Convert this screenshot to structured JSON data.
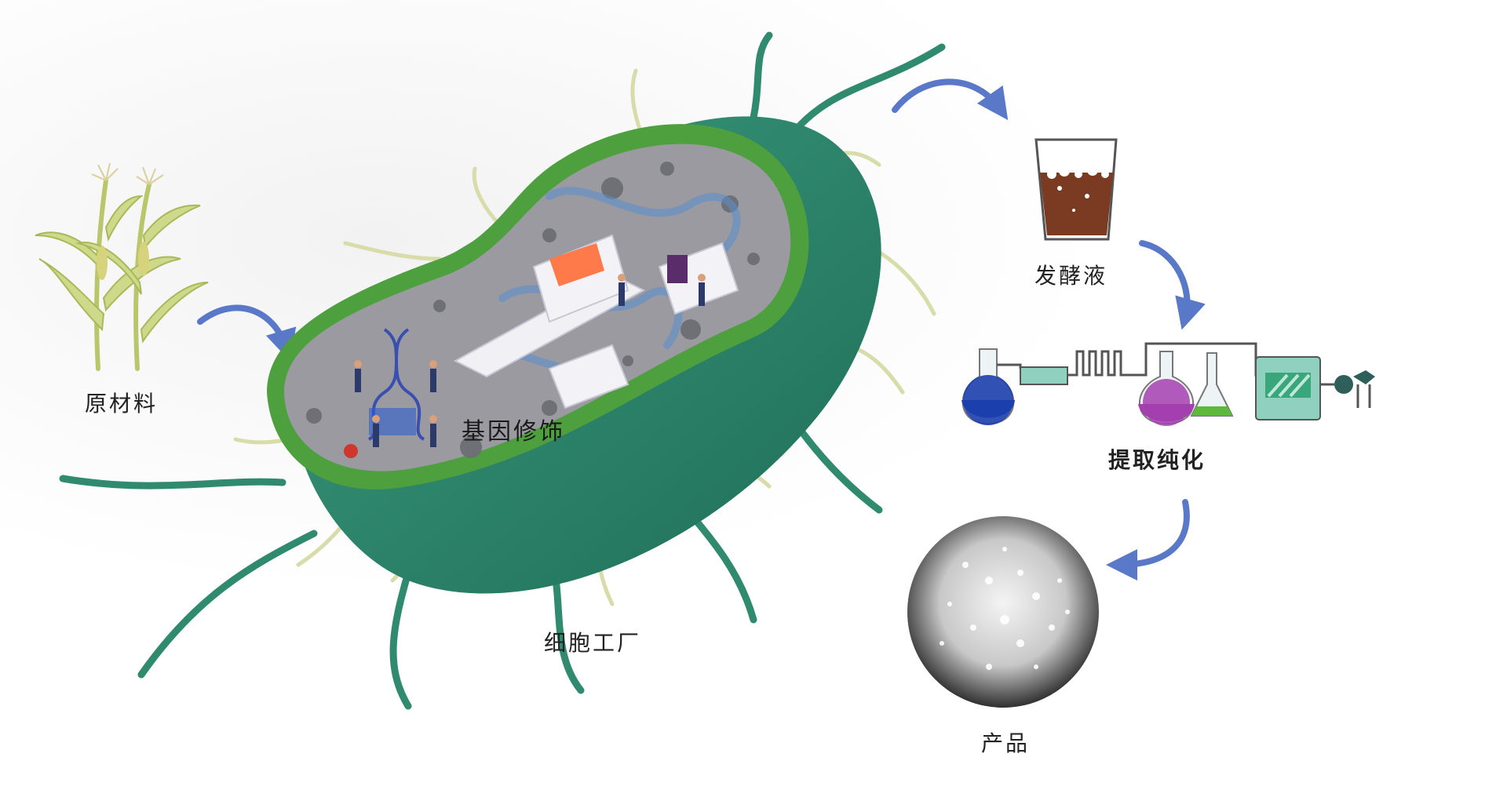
{
  "labels": {
    "raw_material": "原材料",
    "gene_modification": "基因修饰",
    "cell_factory": "细胞工厂",
    "fermentation_broth": "发酵液",
    "purification": "提取纯化",
    "product": "产品"
  },
  "colors": {
    "cell_outer": "#2f8a6e",
    "cell_rim": "#4e9f3d",
    "cell_interior": "#9a9aa0",
    "arrow": "#5a78c8",
    "corn_leaf": "#c8d27a",
    "broth": "#7a3b22",
    "flask_blue": "#1d3fae",
    "flask_purple": "#a43fb0",
    "flask_green": "#5db83c",
    "equipment": "#8fd0bf"
  }
}
